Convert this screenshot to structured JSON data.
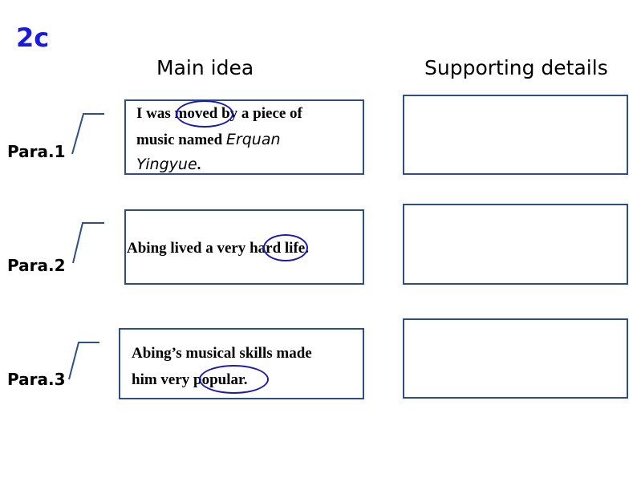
{
  "section": {
    "tag": "2c"
  },
  "headers": {
    "main_idea": "Main idea",
    "supporting_details": "Supporting details"
  },
  "rows": [
    {
      "label": "Para.1",
      "main_idea": {
        "line1_pre": "I was ",
        "line1_circled": "moved",
        "line1_post": " by a piece of",
        "line2_pre": "music named ",
        "line2_italic": "Erquan",
        "line3_italic": "Yingyue",
        "line3_post": "."
      },
      "supporting_details": ""
    },
    {
      "label": "Para.2",
      "main_idea": {
        "pre": "Abing lived a very ",
        "circled": "hard",
        "post": " life."
      },
      "supporting_details": ""
    },
    {
      "label": "Para.3",
      "main_idea": {
        "line1": "Abing’s musical skills made",
        "line2_pre": "him very ",
        "line2_circled": "popular",
        "line2_post": "."
      },
      "supporting_details": ""
    }
  ],
  "colors": {
    "tag": "#1a1adf",
    "box_border": "#2b4f86",
    "circle": "#1a1ab0"
  }
}
